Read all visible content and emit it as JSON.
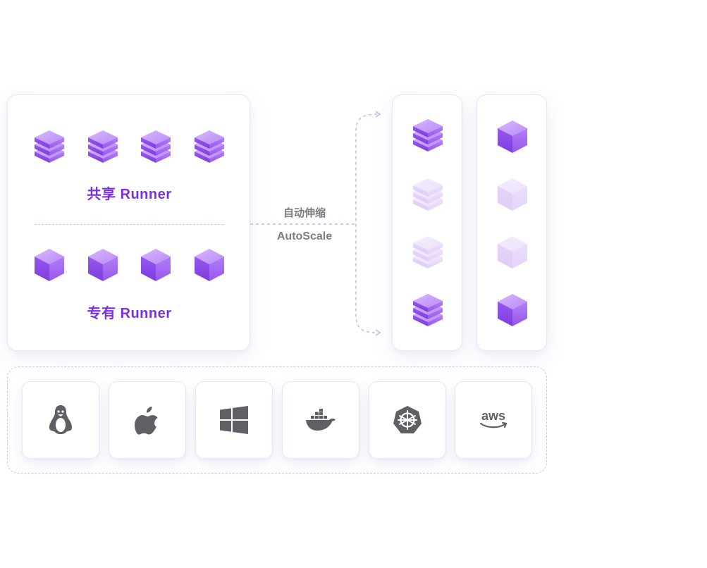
{
  "shared_runner": {
    "label": "共享 Runner"
  },
  "dedicated_runner": {
    "label": "专有 Runner"
  },
  "autoscale": {
    "label_zh": "自动伸缩",
    "label_en": "AutoScale"
  },
  "columns": [
    {
      "icons": [
        "stack-icon",
        "stack-faded-icon",
        "stack-faded-icon",
        "stack-icon"
      ]
    },
    {
      "icons": [
        "cube-icon",
        "cube-faded-icon",
        "cube-faded-icon",
        "cube-icon"
      ]
    }
  ],
  "platforms": [
    {
      "icon": "linux-icon"
    },
    {
      "icon": "apple-icon"
    },
    {
      "icon": "windows-icon"
    },
    {
      "icon": "docker-icon"
    },
    {
      "icon": "kubernetes-icon"
    },
    {
      "icon": "aws-icon",
      "text": "aws"
    }
  ],
  "colors": {
    "accent": "#7a30e0",
    "icon_purple": "#9b5cf0",
    "icon_gray": "#5f5f66",
    "dashed": "#c9b6ee"
  }
}
